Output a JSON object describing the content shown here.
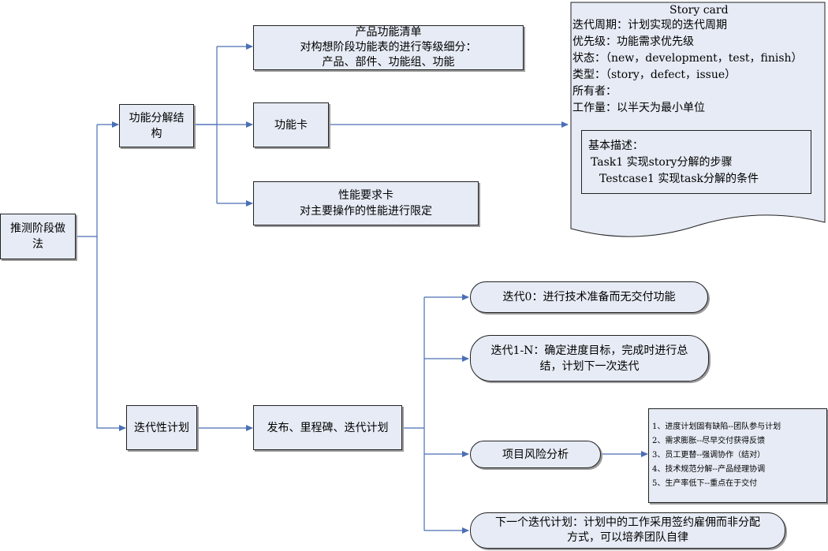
{
  "root": {
    "label_line1": "推测阶段做",
    "label_line2": "法"
  },
  "breakdown": {
    "label_line1": "功能分解结",
    "label_line2": "构",
    "product_list": {
      "title": "产品功能清单",
      "line2": "对构想阶段功能表的进行等级细分：",
      "line3": "产品、部件、功能组、功能"
    },
    "feature_card": "功能卡",
    "performance_card": {
      "line1": "性能要求卡",
      "line2": "对主要操作的性能进行限定"
    }
  },
  "story_card": {
    "title": "Story card",
    "fields": [
      "迭代周期：计划实现的迭代周期",
      "优先级：功能需求优先级",
      "状态：（new，development，test，finish）",
      "类型：（story，defect，issue）",
      "所有者：",
      "工作量：以半天为最小单位"
    ],
    "basic_description": {
      "heading": "基本描述：",
      "task": "Task1  实现story分解的步骤",
      "testcase": "Testcase1 实现task分解的条件"
    }
  },
  "iteration_plan": {
    "label": "迭代性计划",
    "release": "发布、里程碑、迭代计划",
    "iteration0": "迭代0：进行技术准备而无交付功能",
    "iteration1n": {
      "line1": "迭代1-N：确定进度目标，完成时进行总",
      "line2": "结，计划下一次迭代"
    },
    "risk_analysis": "项目风险分析",
    "risks": [
      "1、进度计划固有缺陷--团队参与计划",
      "2、需求膨胀--尽早交付获得反馈",
      "3、员工更替--强调协作（结对）",
      "4、技术规范分解--产品经理协调",
      "5、生产率低下--重点在于交付"
    ],
    "next_plan": {
      "line1": "下一个迭代计划：计划中的工作采用签约雇佣而非分配",
      "line2": "方式，可以培养团队自律"
    }
  },
  "colors": {
    "fill": "#e6ebf5",
    "connector": "#4a6fb5",
    "border": "#222222",
    "shadow": "#9a9a9a"
  }
}
